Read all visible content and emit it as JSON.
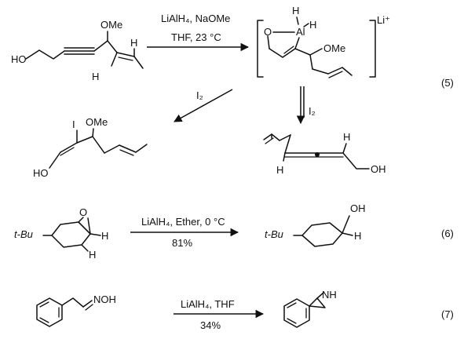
{
  "eq5": {
    "number": "(5)",
    "conditions_top": "LiAlH₄, NaOMe",
    "conditions_bottom": "THF, 23 °C",
    "sm_ho": "HO",
    "sm_ome": "OMe",
    "sm_h1": "H",
    "sm_h2": "H",
    "int_o": "O",
    "int_al": "Al",
    "int_h1": "H",
    "int_h2": "H",
    "int_ome": "OMe",
    "int_li": "Li⁺",
    "i2_left": "I₂",
    "i2_down": "I₂",
    "p1_i": "I",
    "p1_ome": "OMe",
    "p1_ho": "HO",
    "p2_h1": "H",
    "p2_h2": "H",
    "p2_oh": "OH"
  },
  "eq6": {
    "number": "(6)",
    "conditions_top": "LiAlH₄, Ether, 0 °C",
    "yield": "81%",
    "sm_tbu": "t-Bu",
    "sm_o": "O",
    "sm_h1": "H",
    "sm_h2": "H",
    "p_tbu": "t-Bu",
    "p_oh": "OH",
    "p_h": "H"
  },
  "eq7": {
    "number": "(7)",
    "conditions_top": "LiAlH₄, THF",
    "yield": "34%",
    "sm_noh": "NOH",
    "p_nh": "NH"
  }
}
